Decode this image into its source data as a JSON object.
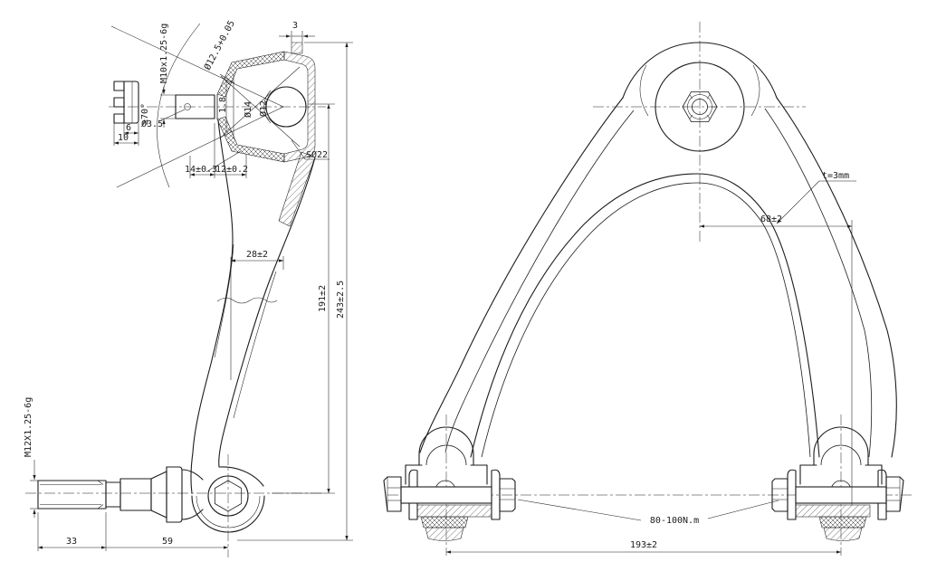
{
  "meta": {
    "drawing_type": "suspension control arm with ball joint - 2 views",
    "line_color": "#1c1c1c",
    "background_color": "#ffffff"
  },
  "left_view": {
    "castle_nut_detail": {
      "width_6": "6",
      "width_10": "10"
    },
    "swing_angle": "≥70°",
    "stud_thread": "M10x1.25-6g",
    "pin_hole_dia": "Ø3.5",
    "boot_dia": "Ø12.5+0.05",
    "liner_thickness": "1.8",
    "dia_14": "Ø14",
    "dia_12": "Ø12",
    "plate_thickness": "3",
    "ball_dia": "SØ22",
    "depth_14": "14±0.3",
    "depth_12": "12±0.2",
    "arm_width": "28±2",
    "height_ball_to_eye": "191±2",
    "height_overall": "243±2.5",
    "stud_thread_lower": "M12X1.25-6g",
    "thread_length": "33",
    "stud_length": "59"
  },
  "right_view": {
    "sheet_thickness": "t=3mm",
    "offset": "68±2",
    "torque": "80-100N.m",
    "bolt_span": "193±2"
  }
}
